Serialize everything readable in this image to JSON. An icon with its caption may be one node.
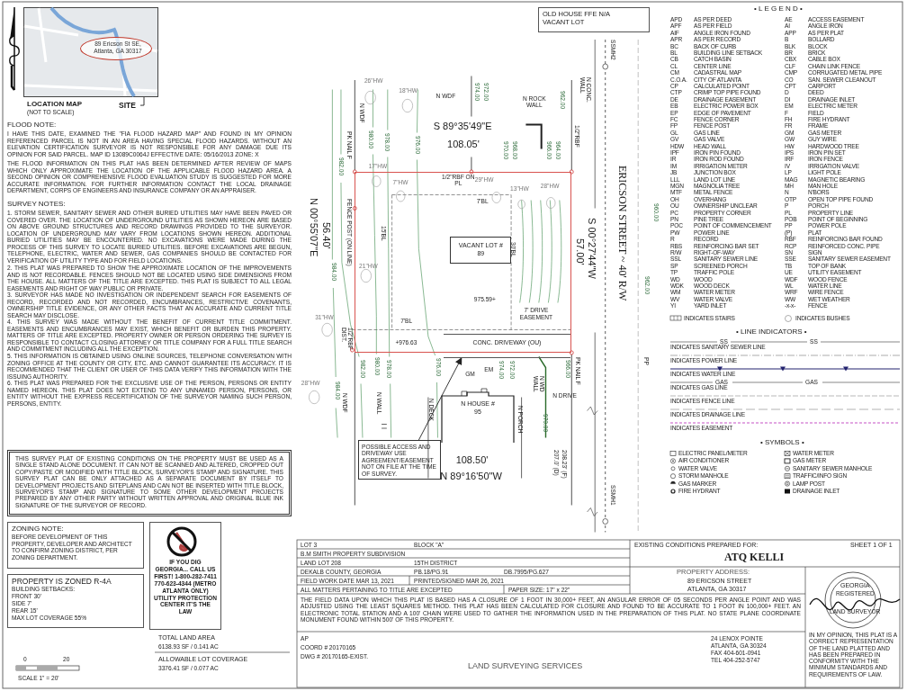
{
  "diagram": {
    "nodes": [
      {
        "text": [],
        "shape": "picture"
      },
      {
        "text": [
          "89 Ericson St SE, Atlanta, GA 30317"
        ],
        "in": 0
      },
      {
        "text": [
          "SITE"
        ]
      },
      {
        "text": [
          "THIS SURVEY PLAT OF EXISTING CONDITIONS ON THE PROPERTY MUST BE USED AS A SINGLE STAND ALONE DOCUMENT. IT CAN NOT BE SCANNED AND ALTERED, CROPPED OUT COPY/PASTE OR MODIFIED WITH TITLE BLOCK, SURVEYOR'S STAMP AND SIGNATURE. THIS SURVEY PLAT CAN BE ONLY ATTACHED AS A SEPARATE DOCUMENT BY ITSELF TO DEVELOPMENT PROJECTS AND SITEPLANS AND CAN NOT BE INSERTED WITH TITLE BLOCK, SURVEYOR'S STAMP AND SIGNATURE TO SOME OTHER DEVELOPMENT PROJECTS PREPARED BY ANY OTHER PARTY WITHOUT WRITTEN APPROVAL AND ORIGINAL BLUE INK SIGNATURE OF THE SURVEYOR OF RECORD."
        ]
      },
      {
        "text": [
          "ZONING NOTE:",
          "BEFORE DEVELOPMENT OF THIS PROPERTY, DEVELOPER AND ARCHITECT TO CONFIRM ZONING DISTRICT, PER ZONING DEPARTMENT."
        ]
      },
      {
        "text": [
          "PROPERTY IS ZONED R-4A",
          "BUILDING SETBACKS:",
          "FRONT 30'",
          "SIDE 7'",
          "REAR 15'",
          "MAX LOT COVERAGE 55%"
        ]
      },
      {
        "text": [
          "IF YOU DIG GEORGIA... CALL US FIRST! 1-800-282-7411 770-623-4344 (METRO ATLANTA ONLY) UTILITY PROTECTION CENTER IT'S THE LAW"
        ]
      },
      {
        "text": [
          "OLD HOUSE FFE N/A",
          "VACANT LOT"
        ]
      },
      {
        "text": [],
        "shape": "box"
      },
      {
        "text": [
          "VACANT LOT # 89"
        ],
        "in": 8
      },
      {
        "text": [
          "CONC. DRIVEWAY (OU)"
        ]
      },
      {
        "text": [
          "POSSIBLE ACCESS AND DRIVEWAY USE AGREEMENT/EASEMENT NOT ON FILE AT THE TIME OF SURVEY."
        ]
      },
      {
        "text": [
          "N HOUSE # 95"
        ]
      }
    ],
    "edges": [
      {
        "from": 2,
        "to": 1,
        "arrow": "none"
      },
      {
        "from": 11,
        "to": 10,
        "arrow": "to"
      }
    ],
    "labels": [
      "LOCATION MAP",
      "(NOT TO SCALE)",
      "FLOOD NOTE:",
      "I HAVE THIS DATE, EXAMINED THE \"FIA FLOOD HAZARD MAP\" AND FOUND IN MY OPINION REFERENCED PARCEL IS NOT IN AN AREA HAVING SPECIAL FLOOD HAZARDS. WITHOUT AN ELEVATION CERTIFICATION SURVEYOR IS NOT RESPONSIBLE FOR ANY DAMAGE DUE ITS OPINION FOR SAID PARCEL. MAP ID 13089C0064J EFFECTIVE DATE: 05/16/2013 ZONE: X",
      "THE FLOOD INFORMATION ON THIS PLAT HAS BEEN DETERMINED AFTER REVIEW OF MAPS WHICH ONLY APPROXIMATE THE LOCATION OF THE APPLICABLE FLOOD HAZARD AREA. A SECOND OPINION OR COMPREHENSIVE FLOOD EVALUATION STUDY IS SUGGESTED FOR MORE ACCURATE INFORMATION. FOR FURTHER INFORMATION CONTACT THE LOCAL DRAINAGE DEPARTMENT, CORPS OF ENGINEERS AND INSURANCE COMPANY OR AN APPRAISER.",
      "SURVEY NOTES:",
      "1. STORM SEWER, SANITARY SEWER AND OTHER BURIED UTILITIES MAY HAVE BEEN PAVED OR COVERED OVER. THE LOCATION OF UNDERGROUND UTILITIES AS SHOWN HEREON ARE BASED ON ABOVE GROUND STRUCTURES AND RECORD DRAWINGS PROVIDED TO THE SURVEYOR. LOCATION OF UNDERGROUND MAY VARY FROM LOCATIONS SHOWN HEREON. ADDITIONAL BURIED UTILITIES MAY BE ENCOUNTERED. NO EXCAVATIONS WERE MADE DURING THE PROCESS OF THIS SURVEY TO LOCATE BURIED UTILITIES. BEFORE EXCAVATIONS ARE BEGUN, TELEPHONE, ELECTRIC, WATER AND SEWER, GAS COMPANIES SHOULD BE CONTACTED FOR VERIFICATION OF UTILITY TYPE AND FOR FIELD LOCATIONS.",
      "2. THIS PLAT WAS PREPARED TO SHOW THE APPROXIMATE LOCATION OF THE IMPROVEMENTS AND IS NOT RECORDABLE. FENCES SHOULD NOT BE LOCATED USING SIDE DIMENSIONS FROM THE HOUSE. ALL MATTERS OF THE TITLE ARE EXCEPTED. THIS PLAT IS SUBJECT TO ALL LEGAL EASEMENTS AND RIGHT OF WAY PUBLIC OR PRIVATE.",
      "3. SURVEYOR HAS MADE NO INVESTIGATION OR INDEPENDENT SEARCH FOR EASEMENTS OF RECORD, RECORDED AND NOT RECORDED, ENCUMBRANCES, RESTRICTIVE COVENANTS, OWNERSHIP TITLE EVIDENCE, OR ANY OTHER FACTS THAT AN ACCURATE AND CURRENT TITLE SEARCH MAY DISCLOSE.",
      "4. THIS SURVEY WAS MADE WITHOUT THE BENEFIT OF CURRENT TITLE COMMITMENT. EASEMENTS AND ENCUMBRANCES MAY EXIST, WHICH BENEFIT OR BURDEN THIS PROPERTY. MATTERS OF TITLE ARE EXCEPTED. PROPERTY OWNER OR PERSON ORDERING THE SURVEY IS RESPONSIBLE TO CONTACT CLOSING ATTORNEY OR TITLE COMPANY FOR A FULL TITLE SEARCH AND COMMITMENT INCLUDING ALL THE EXCEPTION.",
      "5. THIS INFORMATION IS OBTAINED USING ONLINE SOURCES, TELEPHONE CONVERSATION WITH ZONING OFFICE AT THE COUNTY OR CITY, ETC. AND CANNOT GUARANTEE ITS ACCURACY. IT IS RECOMMENDED THAT THE CLIENT OR USER OF THIS DATA VERIFY THIS INFORMATION WITH THE ISSUING AUTHORITY.",
      "6. THIS PLAT WAS PREPARED FOR THE EXCLUSIVE USE OF THE PERSON, PERSONS OR ENTITY NAMED HEREON. THIS PLAT DOES NOT EXTEND TO ANY UNNAMED PERSON, PERSONS, OR ENTITY WITHOUT THE EXPRESS RECERTIFICATION OF THE SURVEYOR NAMING SUCH PERSON, PERSONS, ENTITY.",
      "0",
      "20",
      "SCALE 1\" = 20'",
      "S 89°35'49\"E",
      "108.05'",
      "N 00°55'07\"E",
      "56.40'",
      "S 00°27'44\"W",
      "57.00'",
      "108.50'",
      "N 89°16'50\"W",
      "ERICSON STREET ~ 40' R/W",
      "N WDF",
      "N ROCK WALL",
      "N CONC. WALL",
      "1/2\"RBF",
      "1/2\"RBF ON PL",
      "PK NAIL F",
      "N WDF",
      "FENCE POST (ON LINE)",
      "1/2\"RBF DIST.",
      "PK NAIL F",
      "7'BL",
      "15'BL",
      "30'BL",
      "7'BL",
      "7' DRIVE EASEMENT",
      "975.59+",
      "+976.63",
      "GM",
      "EM",
      "N DECK",
      "N PORCH",
      "N WD WALL",
      "N DRIVE",
      "N WDF",
      "N WALL",
      "207.0' (D)",
      "208.23' (F)",
      "SSMH2",
      "SSMH1",
      "PP",
      "26\"HW",
      "18\"HW",
      "17\"HW",
      "7\"HW",
      "29\"HW",
      "13\"HW",
      "28\"HW",
      "21\"HW",
      "31\"HW",
      "28\"HW",
      "980.00",
      "978.00",
      "982.00",
      "984.00",
      "976.00",
      "974.00",
      "972.00",
      "970.00",
      "968.00",
      "966.00",
      "964.00",
      "962.00",
      "960.00",
      "962.00",
      "TOTAL LAND AREA",
      "6138.93 SF / 0.141 AC",
      "ALLOWABLE LOT COVERAGE",
      "3376.41 SF / 0.077 AC",
      "LOT 3",
      "BLOCK \"A\"",
      "B.M SMITH PROPERTY SUBDIVISION",
      "LAND LOT 208",
      "15TH DISTRICT",
      "DEKALB COUNTY, GEORGIA",
      "PB.18/PG.91",
      "DB.7995/PG.627",
      "FIELD WORK DATE MAR 13, 2021",
      "PRINTED/SIGNED MAR 26, 2021",
      "ALL MATTERS PERTAINING TO TITLE ARE EXCEPTED",
      "PAPER SIZE: 17\" x 22\"",
      "EXISTING CONDITIONS PREPARED FOR:",
      "SHEET 1 OF 1",
      "ATQ KELLI",
      "PROPERTY ADDRESS:",
      "89 ERICSON STREET",
      "ATLANTA, GA 30317",
      "THE FIELD DATA UPON WHICH THIS PLAT IS BASED HAS A CLOSURE OF 1 FOOT IN 30,000+ FEET, AN ANGULAR ERROR OF 05 SECONDS PER ANGLE POINT AND WAS ADJUSTED USING THE LEAST SQUARES METHOD. THIS PLAT HAS BEEN CALCULATED FOR CLOSURE AND FOUND TO BE ACCURATE TO 1 FOOT IN 100,000+ FEET. AN ELECTRONIC TOTAL STATION AND A 100' CHAIN WERE USED TO GATHER THE INFORMATION USED IN THE PREPARATION OF THIS PLAT. NO STATE PLANE COORDINATE MONUMENT FOUND WITHIN 500' OF THIS PROPERTY.",
      "AP",
      "COORD # 20170165",
      "DWG # 20170165-EXIST.",
      "LAND SURVEYING SERVICES",
      "24 LENOX POINTE",
      "ATLANTA, GA 30324",
      "FAX 404-601-0941",
      "TEL 404-252-5747",
      "GEORGIA",
      "REGISTERED",
      "LAND SURVEYOR",
      "IN MY OPINION, THIS PLAT IS A CORRECT REPRESENTATION OF THE LAND PLATTED AND HAS BEEN PREPARED IN CONFORMITY WITH THE MINIMUM STANDARDS AND REQUIREMENTS OF LAW.",
      "• L E G E N D •",
      "APD",
      "AS PER DEED",
      "AE",
      "ACCESS EASEMENT",
      "APF",
      "AS PER FIELD",
      "AI",
      "ANGLE IRON",
      "AIF",
      "ANGLE IRON FOUND",
      "APP",
      "AS PER PLAT",
      "APR",
      "AS PER RECORD",
      "B",
      "BOLLARD",
      "BC",
      "BACK OF CURB",
      "BLK",
      "BLOCK",
      "BL",
      "BUILDING LINE SETBACK",
      "BR",
      "BRICK",
      "CB",
      "CATCH BASIN",
      "CBX",
      "CABLE BOX",
      "CL",
      "CENTER LINE",
      "CLF",
      "CHAIN LINK FENCE",
      "CM",
      "CADASTRAL MAP",
      "CMP",
      "CORRUGATED METAL PIPE",
      "C.O.A.",
      "CITY OF ATLANTA",
      "CO",
      "SAN. SEWER CLEANOUT",
      "CP",
      "CALCULATED POINT",
      "CPT",
      "CARPORT",
      "CTP",
      "CRIMP TOP PIPE FOUND",
      "D",
      "DEED",
      "DE",
      "DRAINAGE EASEMENT",
      "DI",
      "DRAINAGE INLET",
      "EB",
      "ELECTRIC POWER BOX",
      "EM",
      "ELECTRIC METER",
      "EP",
      "EDGE OF PAVEMENT",
      "F",
      "FIELD",
      "FC",
      "FENCE CORNER",
      "FH",
      "FIRE HYDRANT",
      "FP",
      "FENCE POST",
      "FR",
      "FRAME",
      "GL",
      "GAS LINE",
      "GM",
      "GAS METER",
      "GV",
      "GAS VALVE",
      "GW",
      "GUY WIRE",
      "HDW",
      "HEAD WALL",
      "HW",
      "HARDWOOD TREE",
      "IPF",
      "IRON PIN FOUND",
      "IPS",
      "IRON PIN SET",
      "IR",
      "IRON ROD FOUND",
      "IRF",
      "IRON FENCE",
      "IM",
      "IRRIGATION METER",
      "IV",
      "IRRIGATION VALVE",
      "JB",
      "JUNCTION BOX",
      "LP",
      "LIGHT POLE",
      "LLL",
      "LAND LOT LINE",
      "MAG",
      "MAGNETIC BEARING",
      "MGN",
      "MAGNOLIA TREE",
      "MH",
      "MAN HOLE",
      "MTF",
      "METAL FENCE",
      "N",
      "N'BORS",
      "OH",
      "OVERHANG",
      "OTP",
      "OPEN TOP PIPE FOUND",
      "OU",
      "OWNERSHIP UNCLEAR",
      "P",
      "PORCH",
      "PC",
      "PROPERTY CORNER",
      "PL",
      "PROPERTY LINE",
      "PN",
      "PINE TREE",
      "POB",
      "POINT OF BEGINNING",
      "POC",
      "POINT OF COMMENCEMENT",
      "PP",
      "POWER POLE",
      "PW",
      "POWER LINE",
      "(P)",
      "PLAT",
      "R",
      "RECORD",
      "RBF",
      "REINFORCING BAR FOUND",
      "RBS",
      "REINFORCING BAR SET",
      "RCP",
      "REINFORCED CONC. PIPE",
      "R/W",
      "RIGHT-OF-WAY",
      "SN",
      "SIGN",
      "SSL",
      "SANITARY SEWER LINE",
      "SSE",
      "SANITARY SEWER EASEMENT",
      "SP",
      "SCREENED PORCH",
      "TB",
      "TOP OF BANK",
      "TP",
      "TRAFFIC POLE",
      "UE",
      "UTILITY EASEMENT",
      "WD",
      "WOOD",
      "WDF",
      "WOOD FENCE",
      "WDK",
      "WOOD DECK",
      "WL",
      "WATER LINE",
      "WM",
      "WATER METER",
      "WRF",
      "WIRE FENCE",
      "WV",
      "WATER VALVE",
      "WW",
      "WET WEATHER",
      "YI",
      "YARD INLET",
      "-x-x-",
      "FENCE",
      "• LINE INDICATORS •",
      "SS",
      "SS",
      "GAS",
      "GAS",
      "• SYMBOLS •",
      "984.00",
      "982.00",
      "980.00",
      "978.00",
      "976.00",
      "974.00",
      "972.00",
      "970.00",
      "966.00"
    ],
    "legend": [
      {
        "text": "INDICATES STAIRS"
      },
      {
        "text": "INDICATES BUSHES"
      },
      {
        "text": "INDICATES SANITARY SEWER LINE"
      },
      {
        "text": "INDICATES POWER LINE"
      },
      {
        "text": "INDICATES WATER LINE"
      },
      {
        "text": "INDICATES GAS LINE"
      },
      {
        "text": "INDICATES FENCE LINE"
      },
      {
        "text": "INDICATES DRAINAGE LINE"
      },
      {
        "text": "INDICATES EASEMENT"
      },
      {
        "text": "ELECTRIC PANEL/METER"
      },
      {
        "text": "WATER METER"
      },
      {
        "text": "AIR CONDITIONER"
      },
      {
        "text": "GAS METER"
      },
      {
        "text": "WATER VALVE"
      },
      {
        "text": "SANITARY SEWER MANHOLE"
      },
      {
        "text": "STORM MANHOLE"
      },
      {
        "text": "TRAFFIC/INFO SIGN"
      },
      {
        "text": "GAS MARKER"
      },
      {
        "text": "LAMP POST"
      },
      {
        "text": "FIRE HYDRANT"
      },
      {
        "text": "DRAINAGE INLET"
      }
    ]
  }
}
